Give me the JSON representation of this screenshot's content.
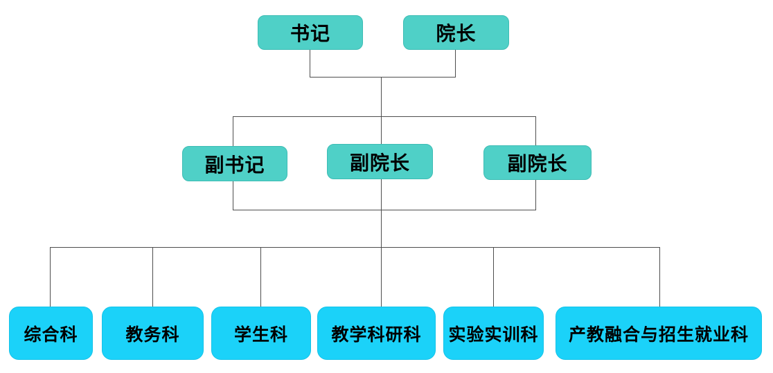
{
  "diagram": {
    "type": "org-chart",
    "background": "#ffffff",
    "levels": {
      "top": [
        {
          "label": "书记"
        },
        {
          "label": "院长"
        }
      ],
      "middle": [
        {
          "label": "副书记"
        },
        {
          "label": "副院长"
        },
        {
          "label": "副院长"
        }
      ],
      "departments": [
        {
          "label": "综合科"
        },
        {
          "label": "教务科"
        },
        {
          "label": "学生科"
        },
        {
          "label": "教学科研科"
        },
        {
          "label": "实验实训科"
        },
        {
          "label": "产教融合与招生就业科"
        }
      ]
    },
    "colors": {
      "leadership_fill": "#4fd0c7",
      "department_fill": "#1bd2f9",
      "connector": "#4d4d4d",
      "text": "#000000"
    }
  }
}
